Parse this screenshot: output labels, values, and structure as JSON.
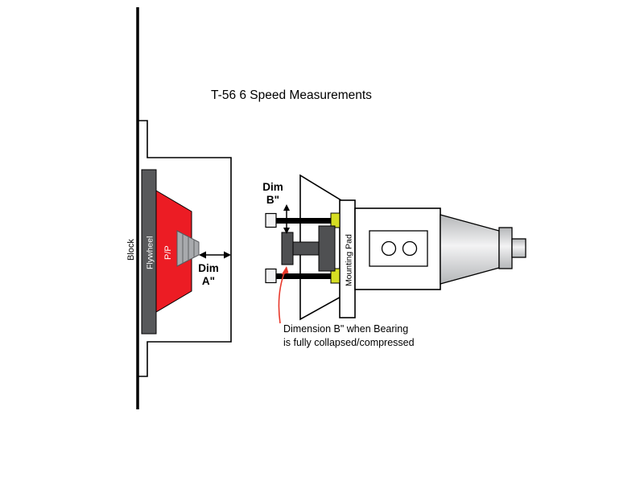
{
  "title": "T-56 6 Speed Measurements",
  "left_figure": {
    "block_label": "Block",
    "flywheel_label": "Flywheel",
    "pressure_plate_label": "P/P",
    "dim_a": {
      "line1": "Dim",
      "line2": "A\""
    }
  },
  "right_figure": {
    "dim_b": {
      "line1": "Dim",
      "line2": "B\""
    },
    "mounting_pad_label": "Mounting Pad",
    "annotation": {
      "line1": "Dimension B\" when Bearing",
      "line2": "is fully collapsed/compressed"
    }
  },
  "colors": {
    "pressure_plate_red": "#ec1c24",
    "flywheel_gray": "#58595b",
    "shaft_gray": "#4f5052",
    "washer_yellow": "#d6de23",
    "annotation_red": "#e8392c"
  }
}
